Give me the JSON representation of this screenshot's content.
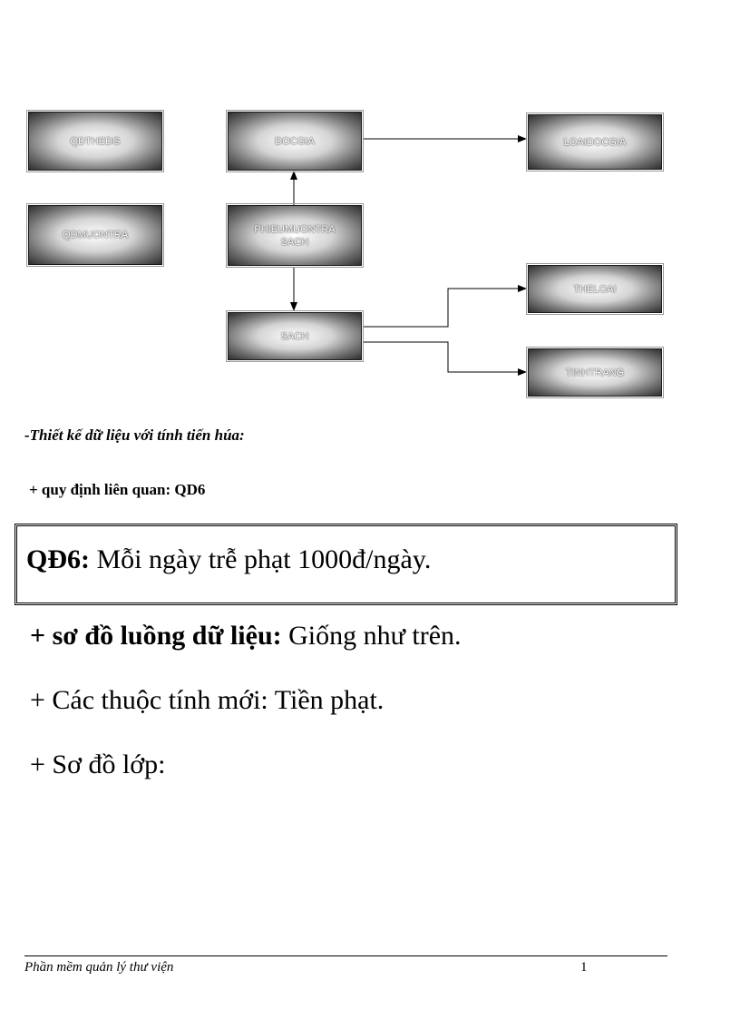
{
  "diagram": {
    "entities": {
      "qdthedg": "QDTHEDG",
      "qdmuontra": "QDMUONTRA",
      "docgia": "DOCGIA",
      "phieumuontra": "PHIEUMUONTRA\nSACH",
      "sach": "SACH",
      "loaidocgia": "LOAIDOCGIA",
      "theloai": "THELOAI",
      "tinhtrang": "TINHTRANG"
    }
  },
  "section": {
    "heading": "-Thiết kế dữ liệu với tính tiến húa:",
    "related_rule": "+ quy định liên quan: QD6"
  },
  "rule_box": {
    "label": "QĐ6:",
    "text": " Mỗi ngày trễ phạt 1000đ/ngày."
  },
  "lines": {
    "flow_label": "+ sơ đồ luồng dữ liệu:",
    "flow_text": " Giống như trên.",
    "attributes": "+ Các thuộc tính mới: Tiền phạt.",
    "class_diagram": "+ Sơ đồ lớp:"
  },
  "footer": {
    "title": "Phần mềm quản lý thư viện",
    "page": "1"
  }
}
